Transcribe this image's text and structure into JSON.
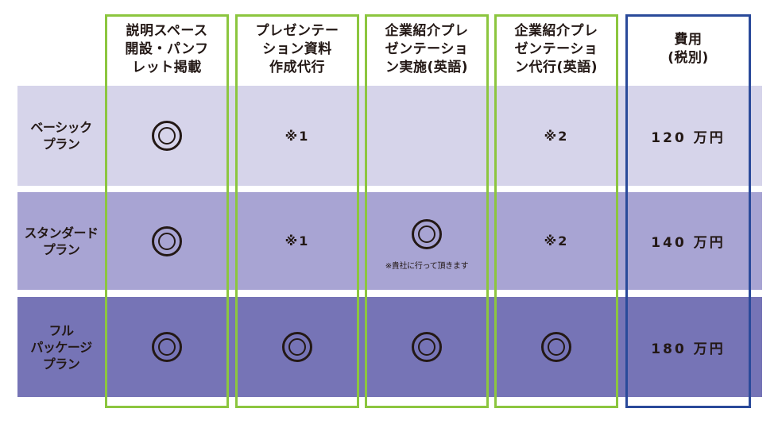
{
  "columns": [
    {
      "id": "booth",
      "header": "説明スペース\n開設・パンフ\nレット掲載"
    },
    {
      "id": "presentation_material",
      "header": "プレゼンテー\nション資料\n作成代行"
    },
    {
      "id": "presentation_english",
      "header": "企業紹介プレ\nゼンテーショ\nン実施(英語)"
    },
    {
      "id": "presentation_proxy",
      "header": "企業紹介プレ\nゼンテーショ\nン代行(英語)"
    },
    {
      "id": "fee",
      "header": "費用\n(税別)"
    }
  ],
  "plans": [
    {
      "id": "basic",
      "label": "ベーシック\nプラン",
      "booth": "circle",
      "presentation_material": "※1",
      "presentation_english": "",
      "presentation_proxy": "※2",
      "fee": "120 万円",
      "band_color": "#d6d4ea"
    },
    {
      "id": "standard",
      "label": "スタンダード\nプラン",
      "booth": "circle",
      "presentation_material": "※1",
      "presentation_english": "circle",
      "presentation_english_note": "※貴社に行って頂きます",
      "presentation_proxy": "※2",
      "fee": "140 万円",
      "band_color": "#a8a4d3"
    },
    {
      "id": "full",
      "label": "フル\nパッケージ\nプラン",
      "booth": "circle",
      "presentation_material": "circle",
      "presentation_english": "circle",
      "presentation_proxy": "circle",
      "fee": "180 万円",
      "band_color": "#7674b6"
    }
  ],
  "colors": {
    "column_outline": "#8cc63f",
    "fee_outline": "#2a4a9a",
    "mark": "#231815"
  },
  "icons": {
    "included_mark": "double-circle-icon"
  }
}
